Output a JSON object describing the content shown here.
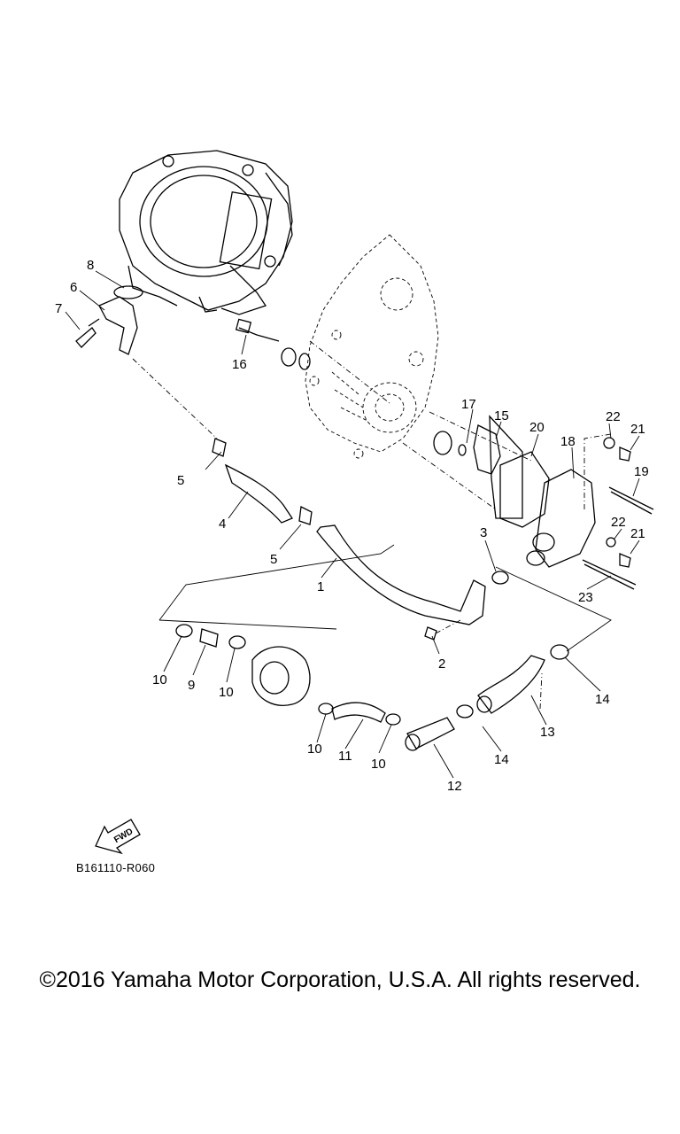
{
  "diagram": {
    "callouts": [
      {
        "id": "c1",
        "label": "1"
      },
      {
        "id": "c2",
        "label": "2"
      },
      {
        "id": "c3",
        "label": "3"
      },
      {
        "id": "c4",
        "label": "4"
      },
      {
        "id": "c5a",
        "label": "5"
      },
      {
        "id": "c5b",
        "label": "5"
      },
      {
        "id": "c6",
        "label": "6"
      },
      {
        "id": "c7",
        "label": "7"
      },
      {
        "id": "c8",
        "label": "8"
      },
      {
        "id": "c9",
        "label": "9"
      },
      {
        "id": "c10a",
        "label": "10"
      },
      {
        "id": "c10b",
        "label": "10"
      },
      {
        "id": "c10c",
        "label": "10"
      },
      {
        "id": "c10d",
        "label": "10"
      },
      {
        "id": "c11",
        "label": "11"
      },
      {
        "id": "c12",
        "label": "12"
      },
      {
        "id": "c13",
        "label": "13"
      },
      {
        "id": "c14a",
        "label": "14"
      },
      {
        "id": "c14b",
        "label": "14"
      },
      {
        "id": "c15",
        "label": "15"
      },
      {
        "id": "c16",
        "label": "16"
      },
      {
        "id": "c17",
        "label": "17"
      },
      {
        "id": "c18",
        "label": "18"
      },
      {
        "id": "c19",
        "label": "19"
      },
      {
        "id": "c20",
        "label": "20"
      },
      {
        "id": "c21a",
        "label": "21"
      },
      {
        "id": "c21b",
        "label": "21"
      },
      {
        "id": "c22a",
        "label": "22"
      },
      {
        "id": "c22b",
        "label": "22"
      },
      {
        "id": "c23",
        "label": "23"
      }
    ],
    "fwd_label": "FWD",
    "diagram_code": "B161110-R060"
  },
  "footer": {
    "copyright": "©2016 Yamaha Motor Corporation, U.S.A. All rights reserved."
  }
}
